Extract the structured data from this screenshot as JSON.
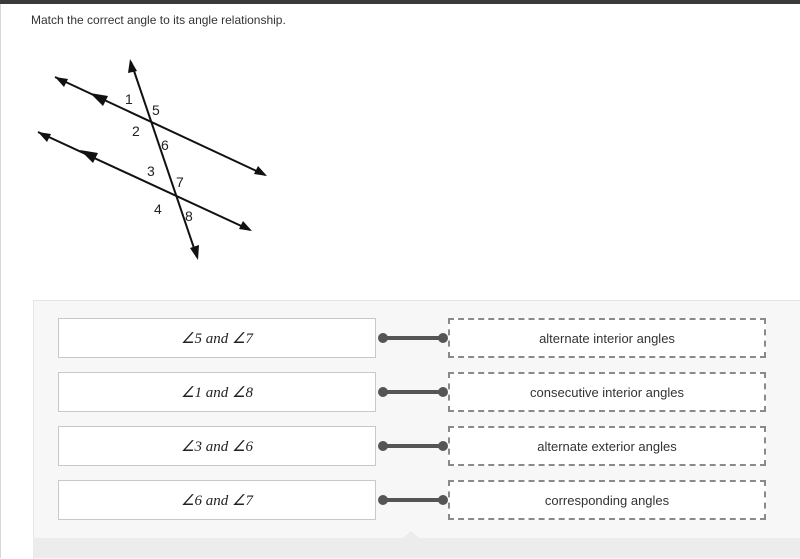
{
  "prompt": "Match the correct angle to its angle relationship.",
  "diagram": {
    "labels": [
      "1",
      "5",
      "2",
      "6",
      "3",
      "7",
      "4",
      "8"
    ]
  },
  "pairs": [
    {
      "term": "∠5 and ∠7",
      "match": "alternate interior angles"
    },
    {
      "term": "∠1 and ∠8",
      "match": "consecutive interior angles"
    },
    {
      "term": "∠3 and ∠6",
      "match": "alternate exterior angles"
    },
    {
      "term": "∠6 and ∠7",
      "match": "corresponding angles"
    }
  ]
}
